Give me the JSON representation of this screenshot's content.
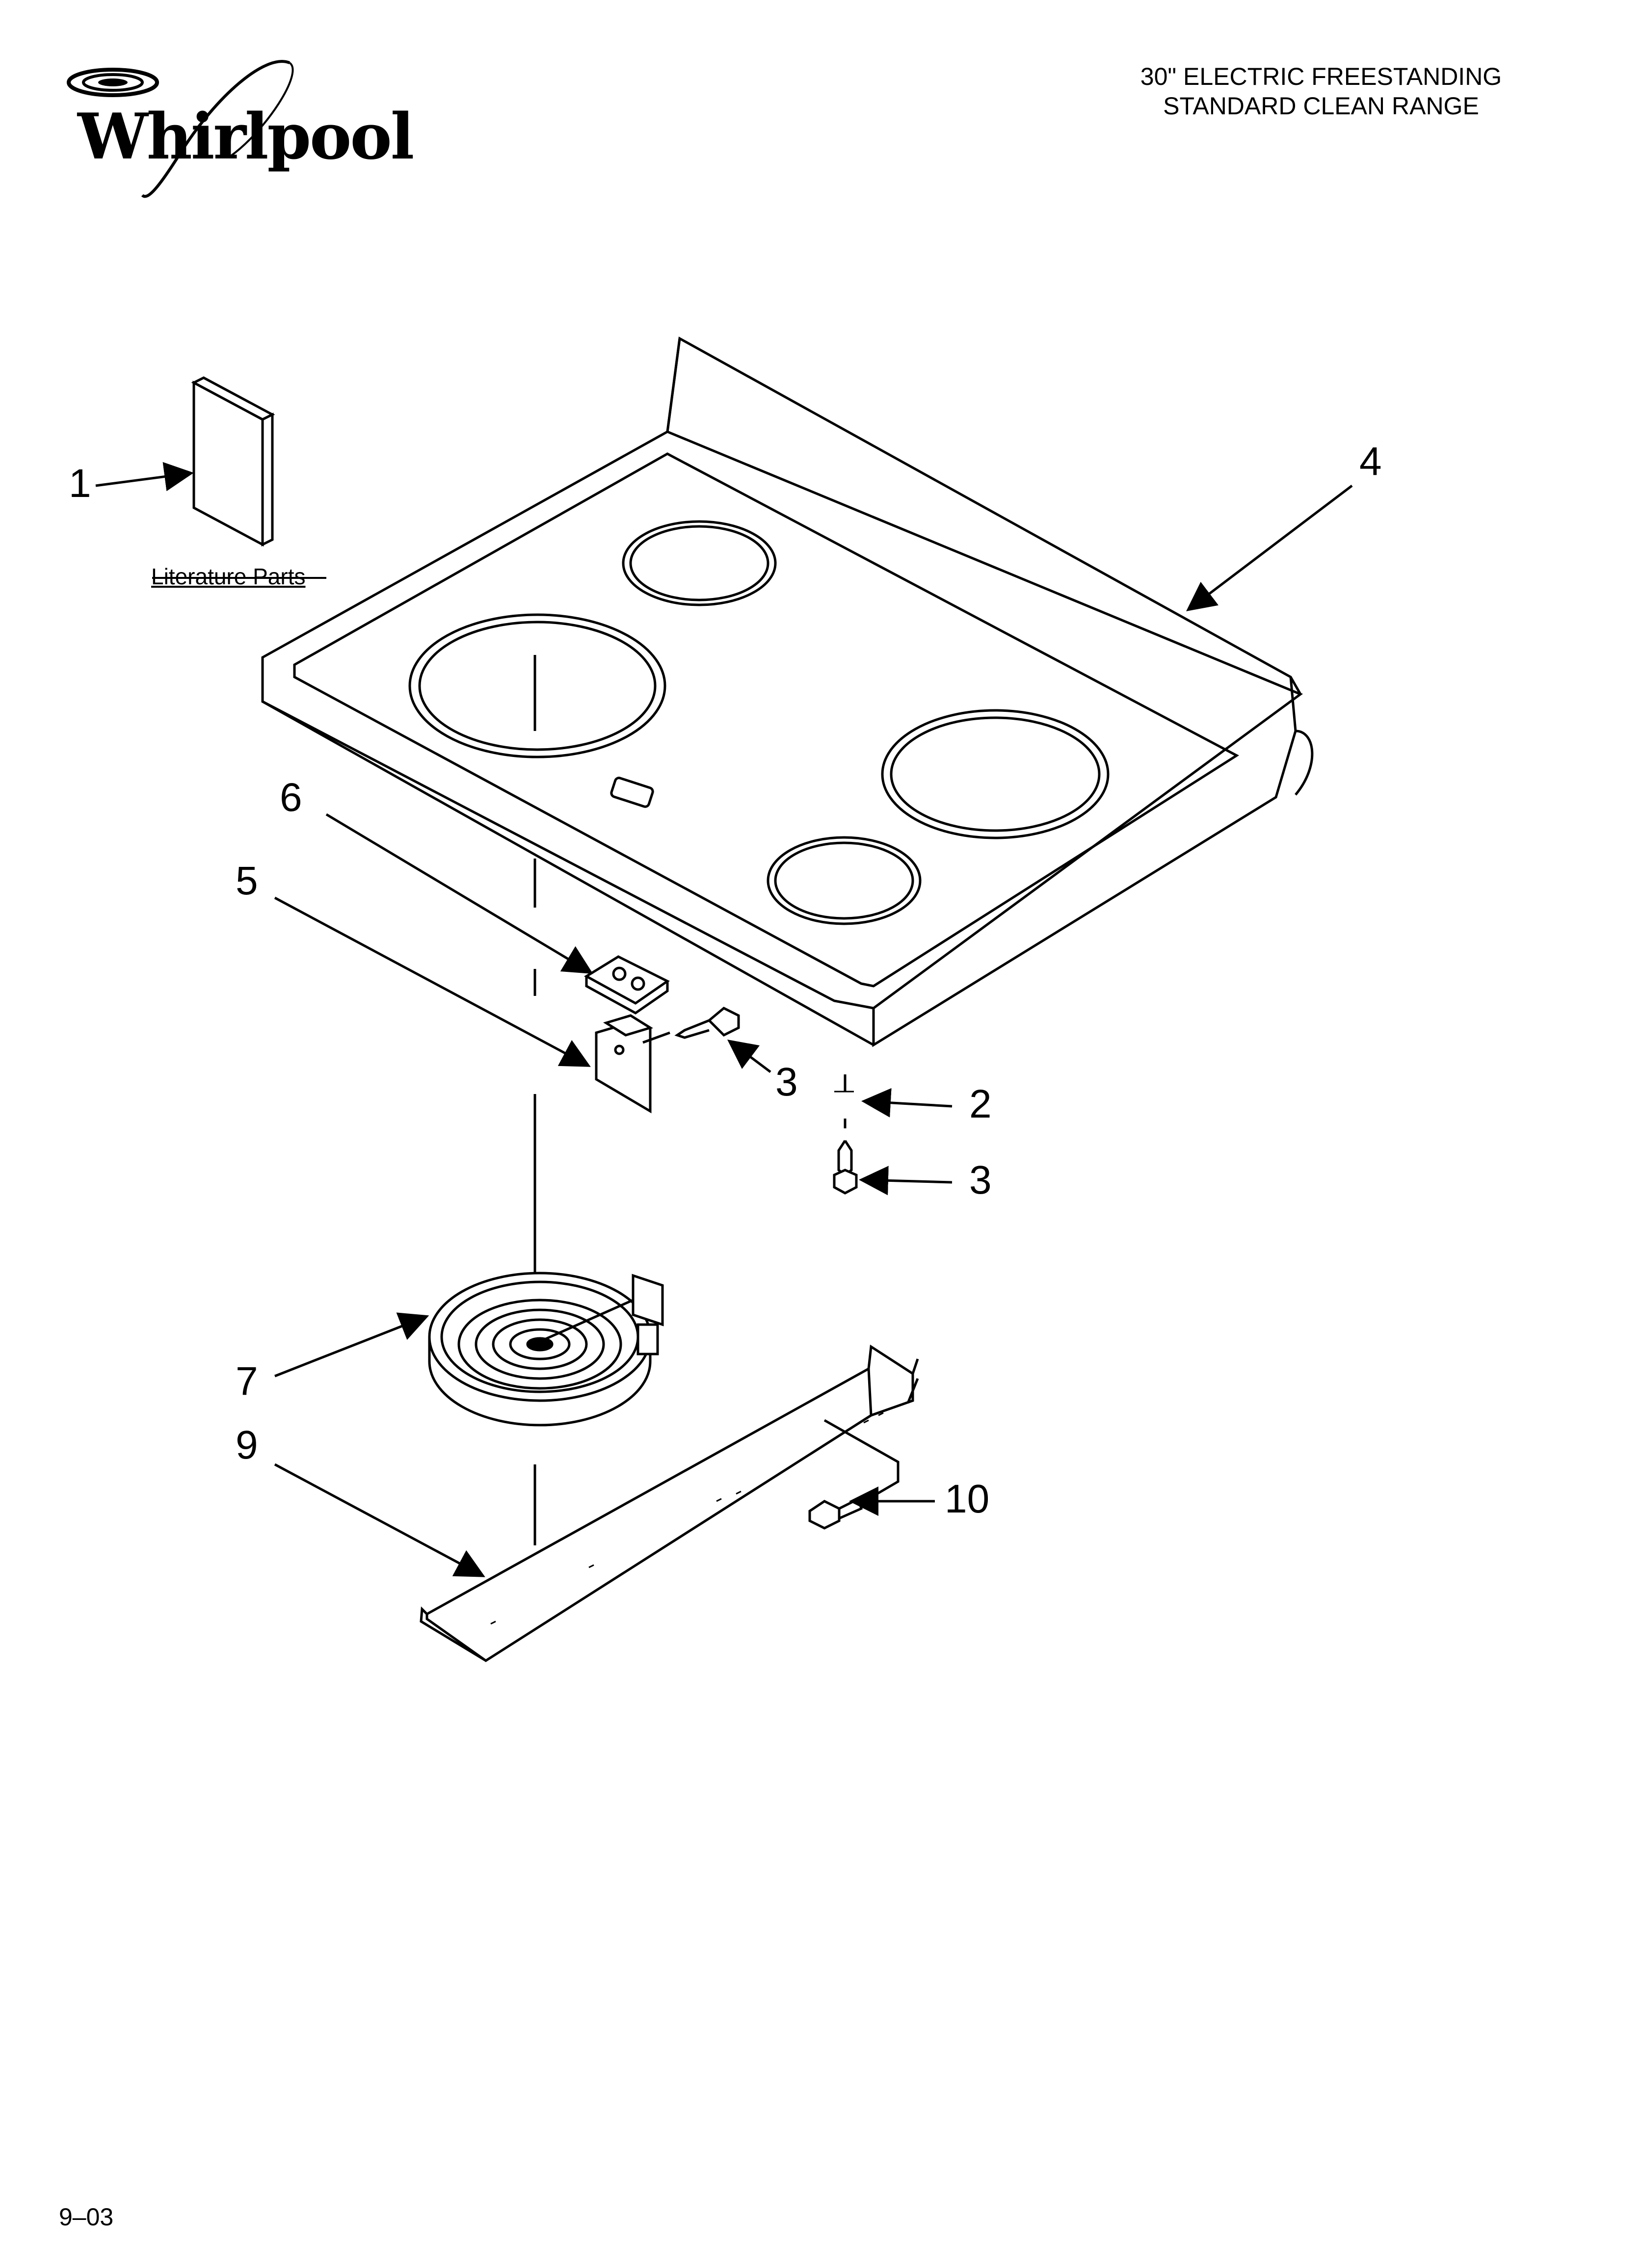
{
  "brand": {
    "logo_text": "Whirlpool"
  },
  "header": {
    "title_line1": "30\" ELECTRIC FREESTANDING",
    "title_line2": "STANDARD CLEAN RANGE"
  },
  "footer": {
    "code": "9–03"
  },
  "literature": {
    "label": "Literature Parts"
  },
  "callouts": {
    "c1": "1",
    "c2": "2",
    "c3a": "3",
    "c3b": "3",
    "c4": "4",
    "c5": "5",
    "c6": "6",
    "c7": "7",
    "c9": "9",
    "c10": "10"
  },
  "icons": [
    "whirlpool-swirl-logo",
    "literature-book",
    "cooktop",
    "switch",
    "bracket",
    "screw",
    "clip",
    "radiant-element",
    "support-rail"
  ]
}
